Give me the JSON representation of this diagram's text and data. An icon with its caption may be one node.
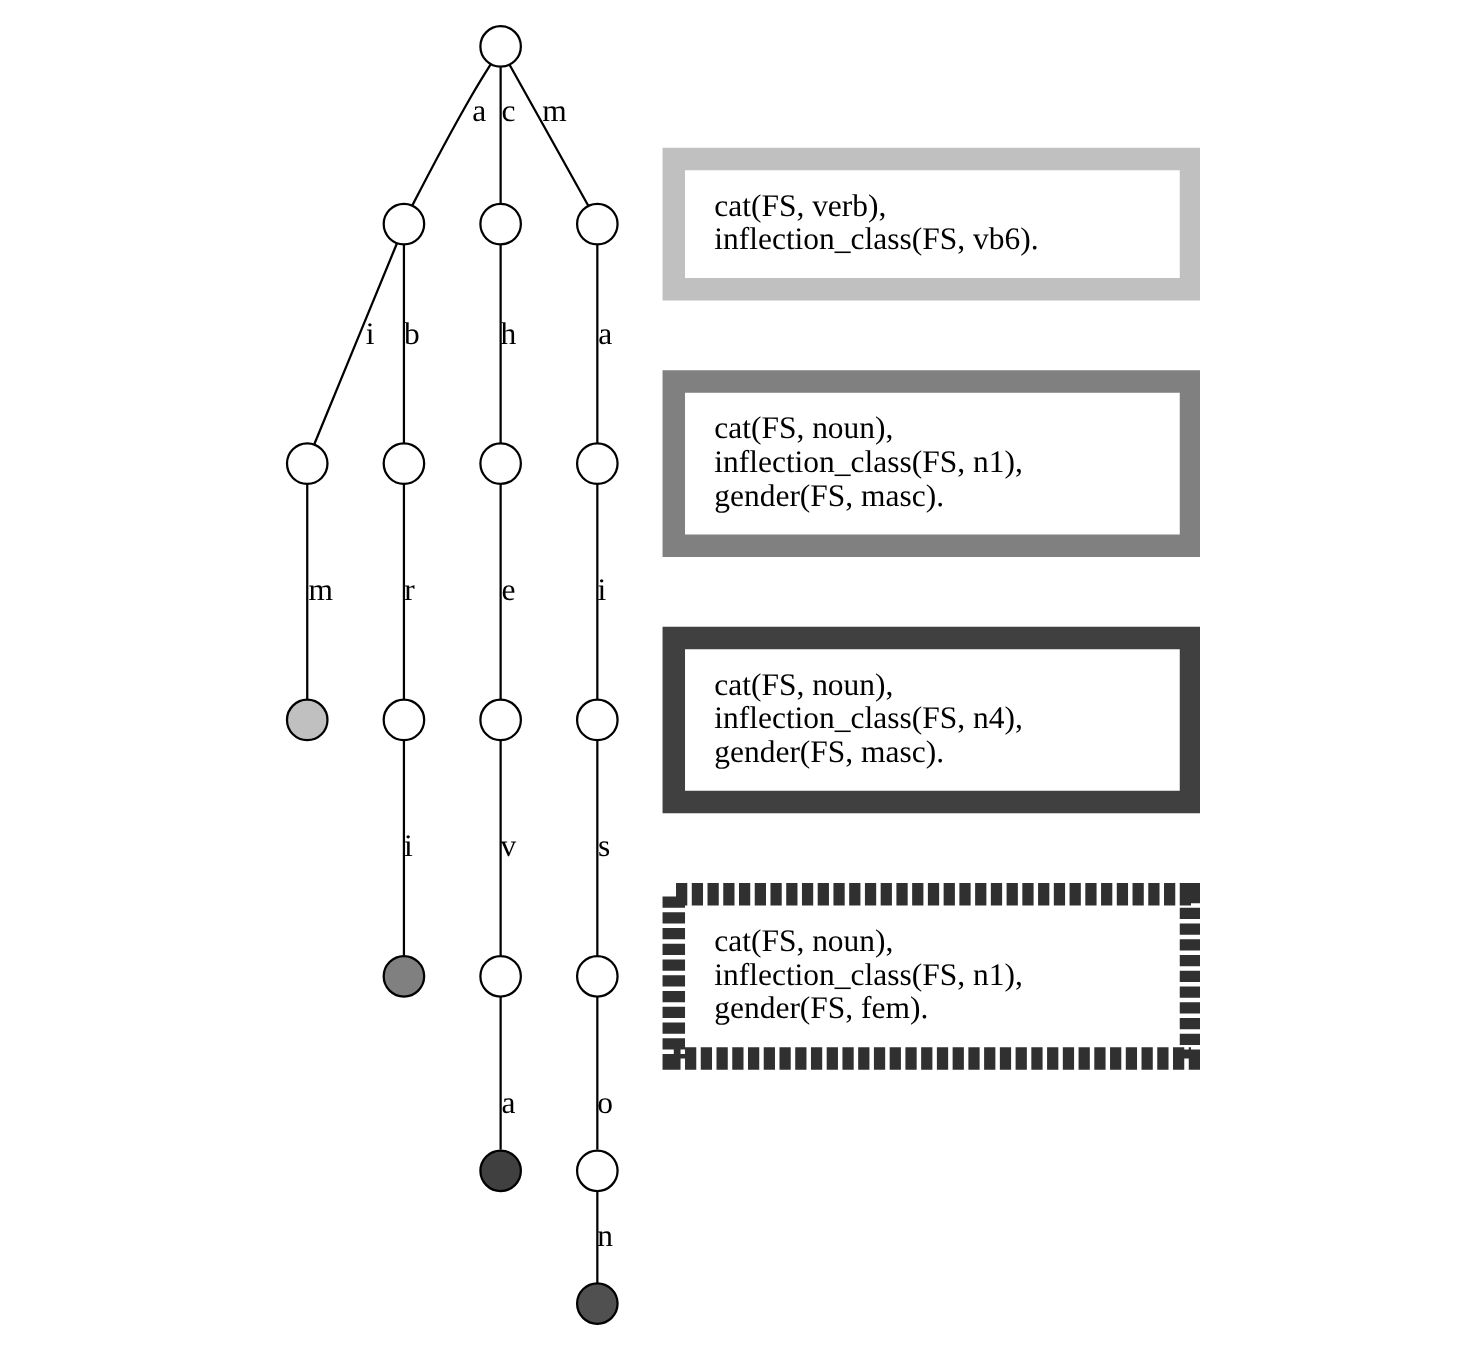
{
  "diagram": {
    "nodes": [
      {
        "text": [],
        "shape": "circle"
      },
      {
        "text": [],
        "shape": "circle"
      },
      {
        "text": [],
        "shape": "circle"
      },
      {
        "text": [],
        "shape": "circle"
      },
      {
        "text": [],
        "shape": "circle"
      },
      {
        "text": [],
        "shape": "circle"
      },
      {
        "text": [],
        "shape": "circle"
      },
      {
        "text": [],
        "shape": "circle"
      },
      {
        "text": [],
        "shape": "circle"
      },
      {
        "text": [],
        "shape": "circle"
      },
      {
        "text": [],
        "shape": "circle"
      },
      {
        "text": [],
        "shape": "circle"
      },
      {
        "text": [],
        "shape": "circle"
      },
      {
        "text": [],
        "shape": "circle"
      },
      {
        "text": [],
        "shape": "circle"
      },
      {
        "text": [],
        "shape": "circle"
      },
      {
        "text": [],
        "shape": "circle"
      },
      {
        "text": [],
        "shape": "circle"
      },
      {
        "text": [
          "cat(FS, verb), inflection_class(FS, vb6)."
        ]
      },
      {
        "text": [
          "cat(FS, noun), inflection_class(FS, n1), gender(FS, masc)."
        ]
      },
      {
        "text": [
          "cat(FS, noun), inflection_class(FS, n4), gender(FS, masc)."
        ]
      },
      {
        "text": [
          "cat(FS, noun), inflection_class(FS, n1), gender(FS, fem)."
        ]
      }
    ],
    "edges": [
      {
        "from": 0,
        "to": 1,
        "arrow": "none",
        "label": "a"
      },
      {
        "from": 0,
        "to": 2,
        "arrow": "none",
        "label": "c"
      },
      {
        "from": 0,
        "to": 3,
        "arrow": "none",
        "label": "m"
      },
      {
        "from": 1,
        "to": 4,
        "arrow": "none",
        "label": "i"
      },
      {
        "from": 1,
        "to": 5,
        "arrow": "none",
        "label": "b"
      },
      {
        "from": 2,
        "to": 6,
        "arrow": "none",
        "label": "h"
      },
      {
        "from": 3,
        "to": 7,
        "arrow": "none",
        "label": "a"
      },
      {
        "from": 4,
        "to": 8,
        "arrow": "none",
        "label": "m"
      },
      {
        "from": 5,
        "to": 9,
        "arrow": "none",
        "label": "r"
      },
      {
        "from": 6,
        "to": 10,
        "arrow": "none",
        "label": "e"
      },
      {
        "from": 7,
        "to": 11,
        "arrow": "none",
        "label": "i"
      },
      {
        "from": 9,
        "to": 12,
        "arrow": "none",
        "label": "i"
      },
      {
        "from": 10,
        "to": 13,
        "arrow": "none",
        "label": "v"
      },
      {
        "from": 11,
        "to": 14,
        "arrow": "none",
        "label": "s"
      },
      {
        "from": 13,
        "to": 15,
        "arrow": "none",
        "label": "a"
      },
      {
        "from": 14,
        "to": 16,
        "arrow": "none",
        "label": "o"
      },
      {
        "from": 16,
        "to": 17,
        "arrow": "none",
        "label": "n"
      }
    ]
  }
}
